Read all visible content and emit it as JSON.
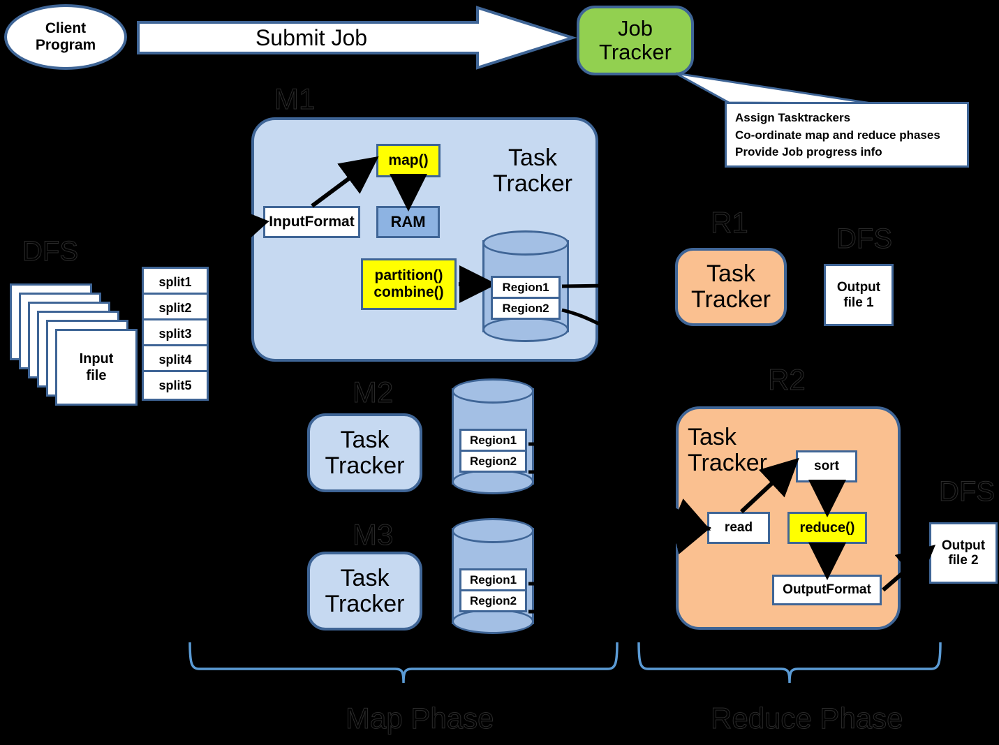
{
  "client": {
    "label": "Client\nProgram"
  },
  "submit_arrow": {
    "label": "Submit Job"
  },
  "job_tracker": {
    "label": "Job\nTracker"
  },
  "callout": {
    "lines": [
      "Assign Tasktrackers",
      "Co-ordinate map and reduce phases",
      "Provide Job progress info"
    ]
  },
  "dfs_labels": {
    "input": "DFS",
    "output1": "DFS",
    "output2": "DFS"
  },
  "input_files": {
    "label": "Input\nfile",
    "count": 6
  },
  "splits": [
    "split1",
    "split2",
    "split3",
    "split4",
    "split5"
  ],
  "mappers": [
    {
      "id": "M1",
      "tracker_label": "Task\nTracker",
      "inputformat": "InputFormat",
      "map_fn": "map()",
      "ram": "RAM",
      "partition_combine": "partition()\ncombine()",
      "regions": [
        "Region1",
        "Region2"
      ]
    },
    {
      "id": "M2",
      "tracker_label": "Task\nTracker",
      "regions": [
        "Region1",
        "Region2"
      ]
    },
    {
      "id": "M3",
      "tracker_label": "Task\nTracker",
      "regions": [
        "Region1",
        "Region2"
      ]
    }
  ],
  "reducers": [
    {
      "id": "R1",
      "tracker_label": "Task\nTracker",
      "output_file": "Output\nfile 1"
    },
    {
      "id": "R2",
      "tracker_label": "Task\nTracker",
      "read": "read",
      "sort": "sort",
      "reduce_fn": "reduce()",
      "outputformat": "OutputFormat",
      "output_file": "Output\nfile 2"
    }
  ],
  "phases": {
    "map": "Map Phase",
    "reduce": "Reduce Phase"
  },
  "colors": {
    "border_blue": "#3f6596",
    "map_fill": "#c6d9f1",
    "reduce_fill": "#fac090",
    "jobtracker_green": "#92d050",
    "highlight_yellow": "#ffff00",
    "ram_blue": "#8db3e2",
    "cylinder_blue": "#a3bfe4",
    "brace_blue": "#5b9bd5",
    "background": "#000000"
  }
}
